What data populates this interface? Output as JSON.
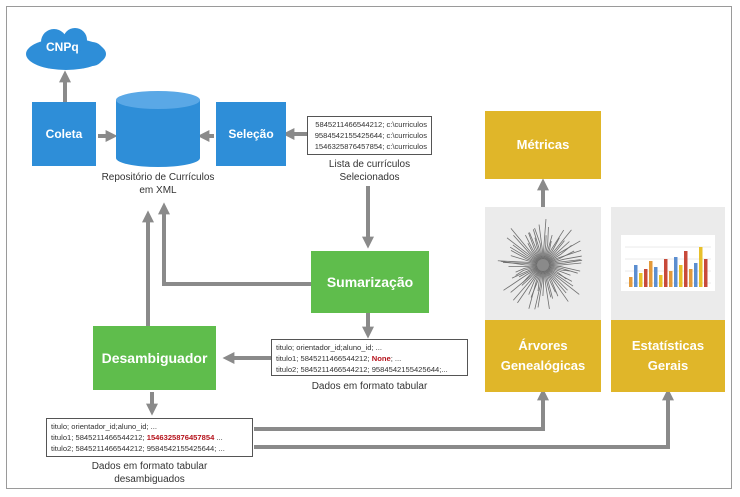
{
  "cloud": {
    "label": "CNPq"
  },
  "coleta": {
    "label": "Coleta"
  },
  "repositorio": {
    "caption_line1": "Repositório de Currículos",
    "caption_line2": "em XML"
  },
  "selecao": {
    "label": "Seleção"
  },
  "lista": {
    "rows": [
      "5845211466544212; c:\\curriculos",
      "9584542155425644; c:\\curriculos",
      "1546325876457854; c:\\curriculos"
    ],
    "caption_line1": "Lista de currículos",
    "caption_line2": "Selecionados"
  },
  "sumarizacao": {
    "label": "Sumarização"
  },
  "tabular": {
    "row1": "titulo; orientador_id;aluno_id; ...",
    "row2_prefix": "titulo1; 5845211466544212; ",
    "row2_highlight": "None",
    "row2_suffix": "; ...",
    "row3": "titulo2; 5845211466544212; 9584542155425644;...",
    "caption": "Dados em formato tabular"
  },
  "desambiguador": {
    "label": "Desambiguador"
  },
  "desambiguados": {
    "row1": "titulo; orientador_id;aluno_id; ...",
    "row2_prefix": "titulo1; 5845211466544212; ",
    "row2_highlight": "1546325876457854",
    "row2_suffix": " ...",
    "row3": "titulo2; 5845211466544212; 9584542155425644; ...",
    "caption_line1": "Dados em formato tabular",
    "caption_line2": "desambiguados"
  },
  "metricas": {
    "label": "Métricas"
  },
  "arvores": {
    "label_line1": "Árvores",
    "label_line2": "Genealógicas"
  },
  "estatisticas": {
    "label_line1": "Estatísticas",
    "label_line2": "Gerais"
  },
  "colors": {
    "blue": "#2e8ed8",
    "green": "#5fbd4c",
    "yellow": "#e0b629",
    "arrow": "#8a8a8a"
  },
  "icons": [
    "cloud-icon",
    "database-icon",
    "radial-tree-icon",
    "bar-chart-icon"
  ]
}
